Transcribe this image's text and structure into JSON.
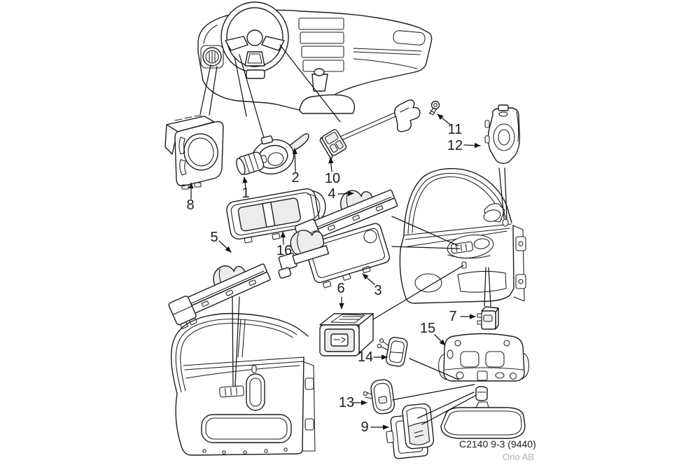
{
  "footer": {
    "code": "C2140 9-3 (9440)",
    "brand": "Orio AB"
  },
  "colors": {
    "line": "#1c1c1c",
    "shade": "#ececec",
    "brand_text": "#b0b0b0"
  },
  "callouts": [
    {
      "label": "1"
    },
    {
      "label": "2"
    },
    {
      "label": "3"
    },
    {
      "label": "4"
    },
    {
      "label": "5"
    },
    {
      "label": "6"
    },
    {
      "label": "7"
    },
    {
      "label": "8"
    },
    {
      "label": "9"
    },
    {
      "label": "10"
    },
    {
      "label": "11"
    },
    {
      "label": "12"
    },
    {
      "label": "13"
    },
    {
      "label": "14"
    },
    {
      "label": "15"
    },
    {
      "label": "16"
    }
  ]
}
